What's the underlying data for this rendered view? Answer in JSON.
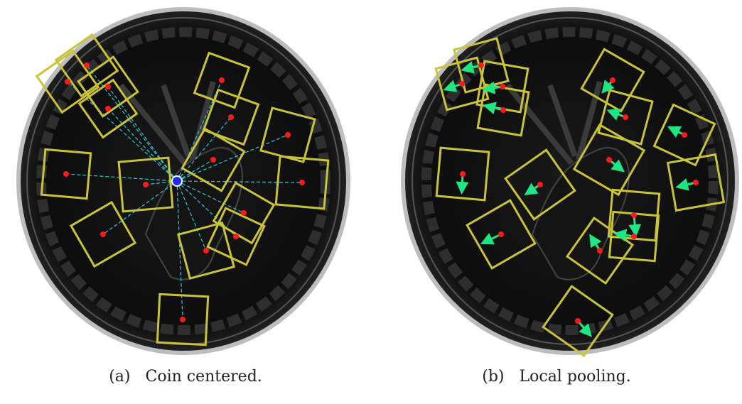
{
  "figure": {
    "panels": [
      {
        "id": "a",
        "label": "(a)",
        "caption": "Coin centered."
      },
      {
        "id": "b",
        "label": "(b)",
        "caption": "Local pooling."
      }
    ]
  },
  "colors": {
    "coin_background": "#0b0b0b",
    "coin_rim": "#9a9a9a",
    "patch_box": "#c9c437",
    "keypoint": "#ff1a1a",
    "center_point": "#1d2bff",
    "center_lines": "#2fc9d8",
    "pooling_arrows": "#1ee682"
  },
  "icons": {
    "keypoint": "red-dot-icon",
    "center": "blue-center-dot-icon",
    "arrow": "green-arrow-icon"
  }
}
